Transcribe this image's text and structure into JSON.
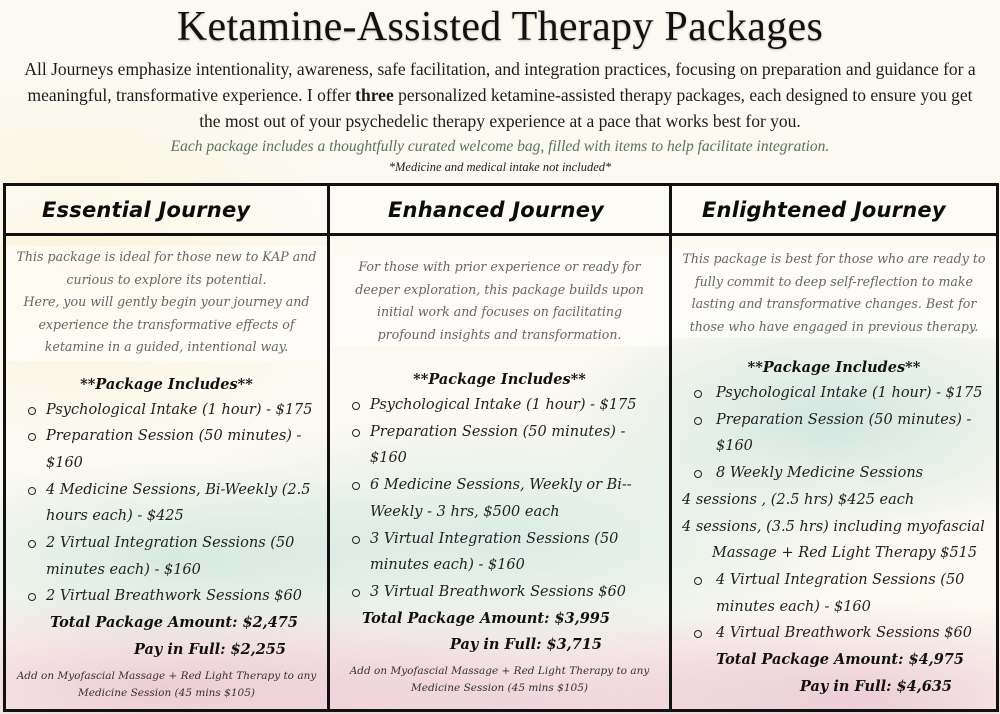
{
  "header": {
    "title": "Ketamine-Assisted Therapy Packages",
    "intro_part1": "All Journeys emphasize intentionality, awareness, safe facilitation, and integration practices, focusing on preparation and guidance for a meaningful, transformative experience. I offer ",
    "intro_bold": "three",
    "intro_part2": " personalized ketamine-assisted therapy packages, each designed to ensure you get the most out of your psychedelic therapy experience at a pace that works best for you.",
    "welcome_note": "Each package includes a thoughtfully curated welcome bag,  filled with items to help facilitate integration.",
    "disclaimer": "*Medicine and medical intake not included*"
  },
  "colors": {
    "border": "#111111",
    "welcome_text": "#5e7256",
    "description_text": "#666666",
    "teal_wash": "#badcd6",
    "pink_wash": "#e6b6c8",
    "background": "#fbf9f1"
  },
  "packages": [
    {
      "title": "Essential Journey",
      "description": "This package is ideal for those new to KAP and curious to explore its potential.\nHere, you will gently begin your journey and experience the transformative effects of ketamine in a guided, intentional way.",
      "includes_label": "**Package Includes**",
      "items": [
        "Psychological Intake (1 hour) - $175",
        "Preparation Session (50 minutes) - $160",
        "4  Medicine Sessions, Bi-Weekly (2.5 hours each) - $425",
        "2 Virtual Integration Sessions (50 minutes each) - $160",
        "2 Virtual Breathwork Sessions $60"
      ],
      "total": "Total Package Amount: $2,475",
      "pay_in_full": "Pay in Full: $2,255",
      "addon": "Add on Myofascial Massage + Red Light Therapy to any Medicine Session (45 mins $105)"
    },
    {
      "title": "Enhanced Journey",
      "description": "For those with prior experience or ready for deeper exploration, this package builds upon initial work and focuses on facilitating profound insights and transformation.",
      "includes_label": "**Package Includes**",
      "items": [
        "Psychological Intake (1 hour) - $175",
        "Preparation Session (50 minutes) - $160",
        "6 Medicine Sessions, Weekly or Bi--Weekly -  3 hrs,  $500 each",
        "3 Virtual Integration Sessions (50 minutes each) - $160",
        "3 Virtual Breathwork Sessions  $60"
      ],
      "total": "Total Package Amount: $3,995",
      "pay_in_full": "Pay in Full: $3,715",
      "addon": "Add on Myofascial Massage + Red Light Therapy to any Medicine Session (45 mins $105)"
    },
    {
      "title": "Enlightened Journey",
      "description": "This package is best for those who are ready to fully commit to deep self-reflection to make lasting and transformative changes.  Best for those who have engaged in previous therapy.",
      "includes_label": "**Package Includes**",
      "items": [
        "Psychological Intake (1 hour) - $175",
        "Preparation Session (50 minutes) - $160",
        "8 Weekly Medicine Sessions",
        "4 sessions , (2.5 hrs) $425 each",
        "4 sessions, (3.5 hrs) including myofascial",
        "Massage + Red Light Therapy $515",
        "4 Virtual Integration Sessions (50 minutes each) - $160",
        "4 Virtual Breathwork Sessions $60"
      ],
      "total": "Total Package Amount: $4,975",
      "pay_in_full": "Pay in Full: $4,635"
    }
  ]
}
